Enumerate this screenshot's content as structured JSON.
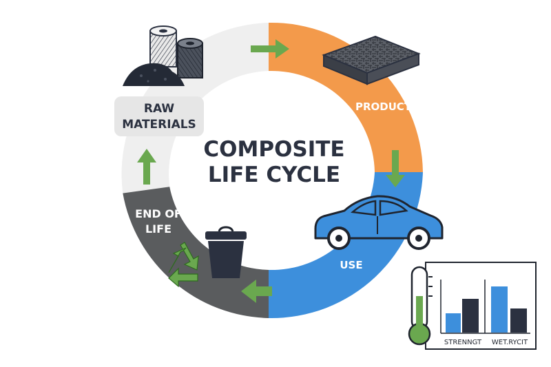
{
  "center": {
    "line1": "COMPOSITE",
    "line2": "LIFE CYCLE"
  },
  "stages": {
    "raw_materials": {
      "line1": "RAW",
      "line2": "MATERIALS"
    },
    "production": {
      "label": "PRODUCTION"
    },
    "use": {
      "label": "USE"
    },
    "end_of_life": {
      "line1": "END OF",
      "line2": "LIFE"
    }
  },
  "inset_chart": {
    "labels": [
      "STRENNGT",
      "WET.RYCIT"
    ]
  },
  "colors": {
    "raw": "#efefef",
    "production": "#f39a4b",
    "use": "#3d8fdc",
    "end_of_life": "#5a5c5e",
    "arrow": "#6aa84f",
    "dark": "#2b3140",
    "center_text": "#2b3140"
  },
  "icons": [
    "spool-icon",
    "powder-pile-icon",
    "woven-mat-icon",
    "car-icon",
    "recycle-icon",
    "trash-bin-icon",
    "thermometer-icon",
    "bar-chart-icon"
  ]
}
